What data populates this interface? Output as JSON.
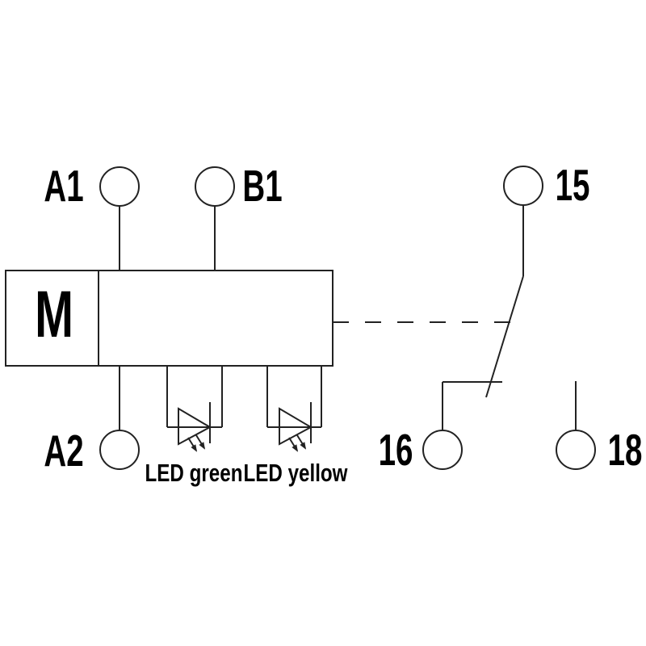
{
  "diagram_type": "relay wiring schematic",
  "colors": {
    "background": "#ffffff",
    "line": "#222222",
    "text": "#000000"
  },
  "module": {
    "label": "M"
  },
  "terminals": {
    "a1": "A1",
    "b1": "B1",
    "a2": "A2",
    "t15": "15",
    "t16": "16",
    "t18": "18"
  },
  "leds": {
    "green": "LED green",
    "yellow": "LED yellow"
  }
}
